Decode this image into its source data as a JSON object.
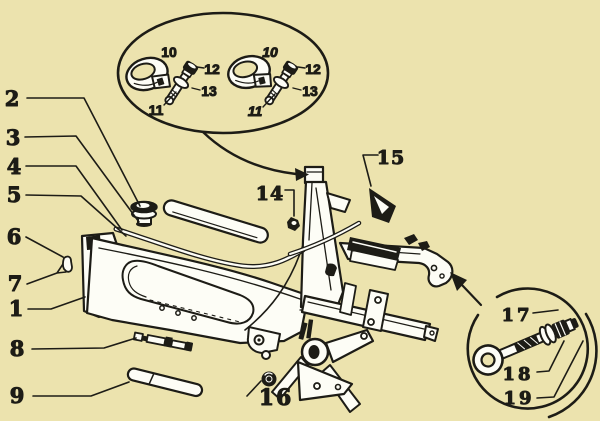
{
  "diagram": {
    "description": "Exploded parts diagram of a moped frame with numbered callouts",
    "colors": {
      "background": "#ece3ae",
      "ink": "#1d1c16",
      "part_fill": "#fdfdf6"
    },
    "labels": {
      "l1": "1",
      "l2": "2",
      "l3": "3",
      "l4": "4",
      "l5": "5",
      "l6": "6",
      "l7": "7",
      "l8": "8",
      "l9": "9",
      "l14": "14",
      "l15": "15",
      "l16": "16"
    },
    "clamp_bubble": {
      "l10": "10",
      "l11": "11",
      "l12": "12",
      "l13": "13"
    },
    "eyebolt_bubble": {
      "l17": "17",
      "l18": "18",
      "l19": "19"
    }
  }
}
